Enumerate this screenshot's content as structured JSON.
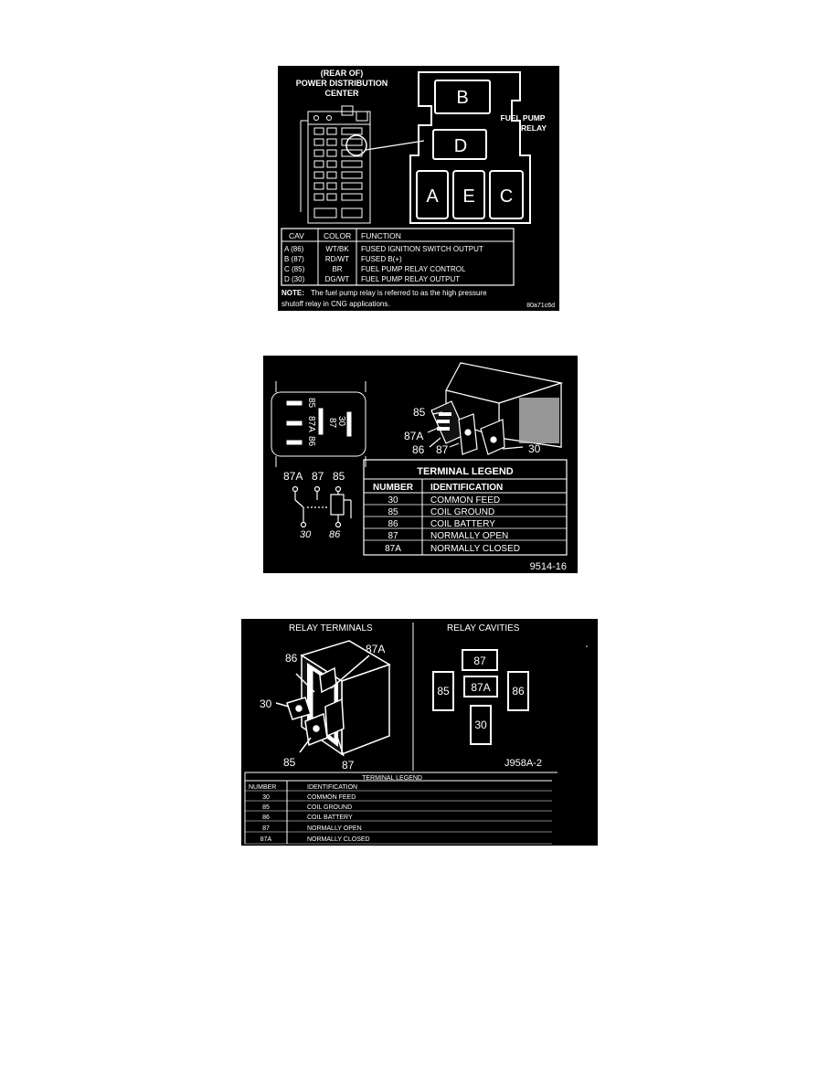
{
  "figure1": {
    "title_line1": "(REAR OF)",
    "title_line2": "POWER DISTRIBUTION",
    "title_line3": "CENTER",
    "relay_label_line1": "FUEL PUMP",
    "relay_label_line2": "RELAY",
    "cavities": {
      "b": "B",
      "d": "D",
      "a": "A",
      "e": "E",
      "c": "C"
    },
    "table_headers": [
      "CAV",
      "COLOR",
      "FUNCTION"
    ],
    "table_rows": [
      {
        "cav": "A (86)",
        "color": "WT/BK",
        "function": "FUSED IGNITION SWITCH OUTPUT"
      },
      {
        "cav": "B (87)",
        "color": "RD/WT",
        "function": "FUSED B(+)"
      },
      {
        "cav": "C (85)",
        "color": "BR",
        "function": "FUEL PUMP RELAY CONTROL"
      },
      {
        "cav": "D (30)",
        "color": "DG/WT",
        "function": "FUEL PUMP RELAY OUTPUT"
      }
    ],
    "note_label": "NOTE:",
    "note_text_line1": "The fuel pump relay is referred to as the high pressure",
    "note_text_line2": "shutoff relay in CNG applications.",
    "figure_code": "80a71c6d"
  },
  "figure2": {
    "schematic_pins": [
      "85",
      "87A",
      "86",
      "87",
      "30"
    ],
    "relay_pins": {
      "p85": "85",
      "p87a": "87A",
      "p86": "86",
      "p87": "87",
      "p30": "30"
    },
    "circuit_top": [
      "87A",
      "87",
      "85"
    ],
    "circuit_bottom": [
      "30",
      "86"
    ],
    "legend_title": "TERMINAL LEGEND",
    "legend_headers": [
      "NUMBER",
      "IDENTIFICATION"
    ],
    "legend_rows": [
      {
        "number": "30",
        "identification": "COMMON FEED"
      },
      {
        "number": "85",
        "identification": "COIL GROUND"
      },
      {
        "number": "86",
        "identification": "COIL BATTERY"
      },
      {
        "number": "87",
        "identification": "NORMALLY OPEN"
      },
      {
        "number": "87A",
        "identification": "NORMALLY CLOSED"
      }
    ],
    "figure_code": "9514-16"
  },
  "figure3": {
    "left_title": "RELAY TERMINALS",
    "right_title": "RELAY CAVITIES",
    "terminal_labels": {
      "t86": "86",
      "t87a": "87A",
      "t30": "30",
      "t85": "85",
      "t87": "87"
    },
    "cavity_labels": {
      "c87": "87",
      "c87a": "87A",
      "c85": "85",
      "c86": "86",
      "c30": "30"
    },
    "figure_code": "J958A-2",
    "legend_title": "TERMINAL LEGEND",
    "legend_headers": [
      "NUMBER",
      "IDENTIFICATION"
    ],
    "legend_rows": [
      {
        "number": "30",
        "identification": "COMMON FEED"
      },
      {
        "number": "85",
        "identification": "COIL GROUND"
      },
      {
        "number": "86",
        "identification": "COIL BATTERY"
      },
      {
        "number": "87",
        "identification": "NORMALLY OPEN"
      },
      {
        "number": "87A",
        "identification": "NORMALLY CLOSED"
      }
    ]
  }
}
